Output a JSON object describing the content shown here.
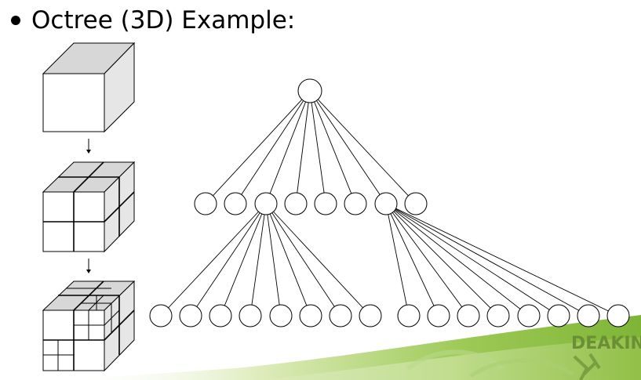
{
  "slide": {
    "bullet_text": "Octree (3D) Example:"
  },
  "branding": {
    "logo_text": "DEAKIN",
    "accent_color": "#8fc43a",
    "logo_color": "#6a8f35"
  },
  "diagram": {
    "levels": [
      {
        "level": 0,
        "node_count": 1
      },
      {
        "level": 1,
        "node_count": 8,
        "expanded_children": [
          3,
          7
        ]
      },
      {
        "level": 2,
        "node_count": 16,
        "groups": [
          {
            "parent": 3,
            "count": 8
          },
          {
            "parent": 7,
            "count": 8
          }
        ]
      }
    ],
    "cube_steps": [
      "unsubdivided cube",
      "cube split into 8 octants",
      "cube with octants subdivided again"
    ]
  }
}
